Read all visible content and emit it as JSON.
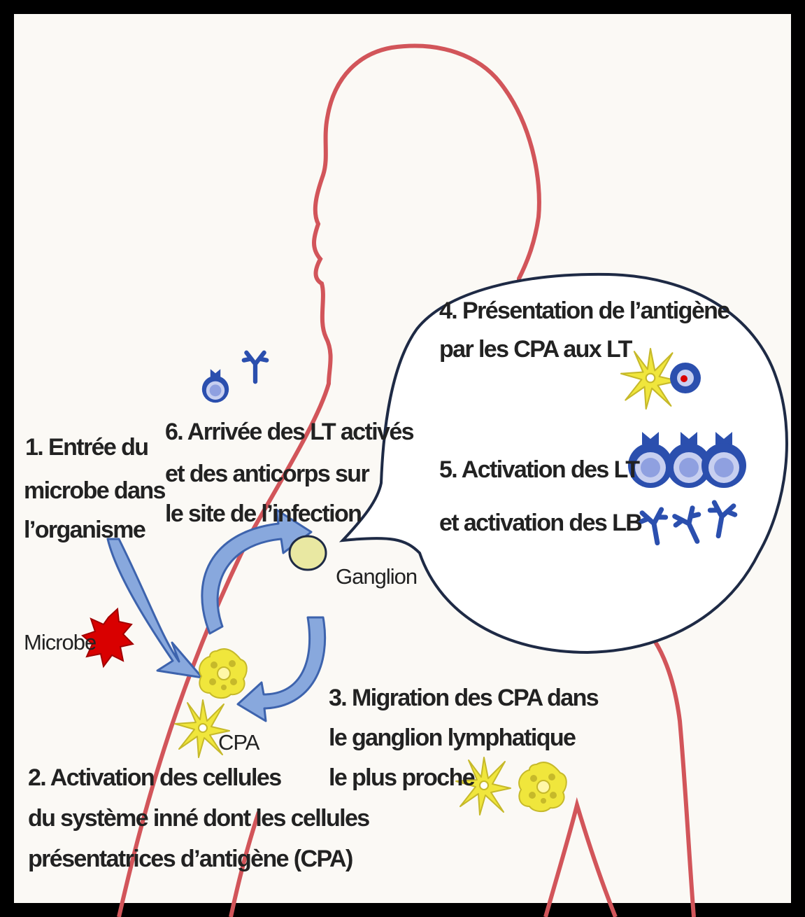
{
  "colors": {
    "body_outline": "#d2555a",
    "arrow_fill": "#88a8dd",
    "arrow_stroke": "#3d63ad",
    "lymphocyte_blue": "#2b4fae",
    "cpa_yellow": "#f0e63c",
    "ganglion_fill": "#e9e8a2",
    "microbe_red": "#d90000",
    "frame": "#000000"
  },
  "labels": {
    "step1": [
      "1.  Entrée du",
      "microbe dans",
      "l’organisme"
    ],
    "step2": [
      "2. Activation des cellules",
      "du système inné dont les cellules",
      "présentatrices d’antigène (CPA)"
    ],
    "step3": [
      "3. Migration des CPA dans",
      "le ganglion lymphatique",
      "le plus proche"
    ],
    "step4": [
      "4. Présentation de l’antigène",
      "par les CPA aux LT"
    ],
    "step5": [
      "5. Activation des LT",
      "et activation des LB"
    ],
    "step6": [
      "6. Arrivée des LT activés",
      "et des anticorps sur",
      "le site de l’infection"
    ],
    "microbe": "Microbe",
    "cpa": "CPA",
    "ganglion": "Ganglion"
  },
  "icons": [
    "microbe-icon",
    "cpa-dendritic-icon",
    "cpa-macrophage-icon",
    "lymphocyte-t-icon",
    "antibody-icon",
    "ganglion-icon"
  ]
}
